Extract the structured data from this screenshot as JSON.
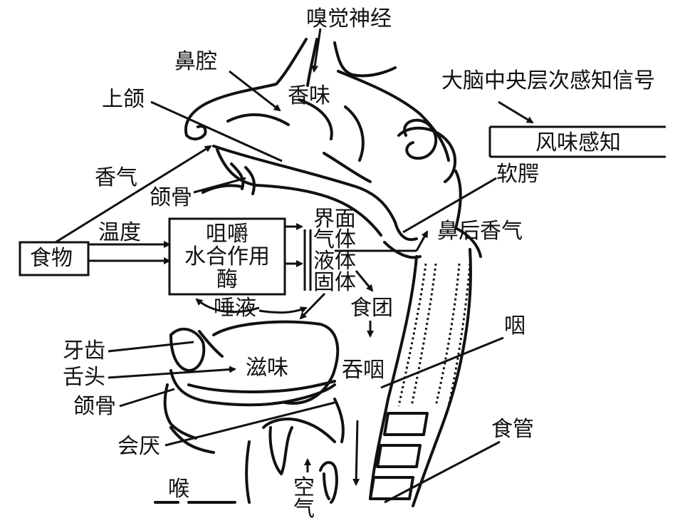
{
  "labels": {
    "olfactory_nerve": "嗅觉神经",
    "nasal_cavity": "鼻腔",
    "aroma": "香味",
    "maxilla": "上颌",
    "brain_signal": "大脑中央层次感知信号",
    "flavor_perception": "风味感知",
    "soft_palate": "软腭",
    "fragrance": "香气",
    "jawbone_upper": "颌骨",
    "temperature": "温度",
    "food": "食物",
    "chew": "咀嚼",
    "hydration": "水合作用",
    "enzyme": "酶",
    "interface": "界面",
    "gas": "气体",
    "liquid": "液体",
    "solid": "固体",
    "retronasal_aroma": "鼻后香气",
    "saliva": "唾液",
    "bolus": "食团",
    "pharynx": "咽",
    "teeth": "牙齿",
    "tongue": "舌头",
    "taste": "滋味",
    "swallow": "吞咽",
    "jawbone_lower": "颌骨",
    "epiglottis": "会厌",
    "esophagus": "食管",
    "larynx": "喉",
    "air": "空气"
  }
}
